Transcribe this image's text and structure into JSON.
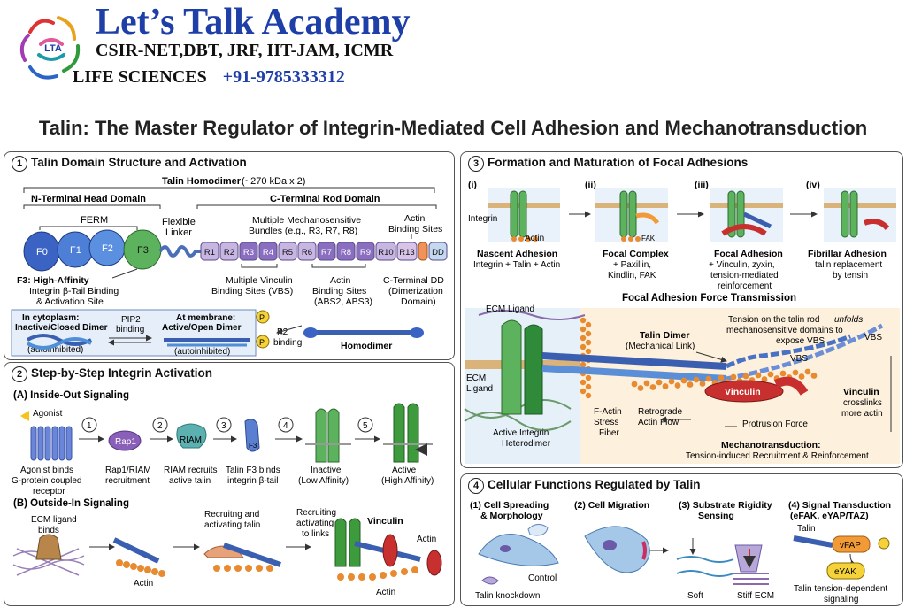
{
  "brand": {
    "title": "Let’s Talk Academy",
    "subtitle": "CSIR-NET,DBT, JRF, IIT-JAM, ICMR",
    "line3": "LIFE SCIENCES",
    "phone": "+91-9785333312",
    "logo_text": "LTA"
  },
  "main_title": "Talin: The Master Regulator of Integrin-Mediated Cell Adhesion and Mechanotransduction",
  "panel1": {
    "num": "1",
    "title": "Talin Domain Structure and Activation",
    "homodimer": "Talin Homodimer",
    "homodimer_size": "(~270 kDa x 2)",
    "head_label": "N-Terminal Head Domain",
    "rod_label": "C-Terminal Rod Domain",
    "ferm": "FERM",
    "flexible": "Flexible",
    "linker": "Linker",
    "head_domains": [
      "F0",
      "F1",
      "F2",
      "F3"
    ],
    "rod_domains": [
      "R1",
      "R2",
      "R3",
      "R4",
      "R5",
      "R6",
      "R7",
      "R8",
      "R9",
      "R10",
      "R13",
      "DD"
    ],
    "mech_1": "Multiple Mechanosensitive",
    "mech_2": "Bundles (e.g., R3, R7, R8)",
    "actin_bs_1": "Actin",
    "actin_bs_2": "Binding Sites",
    "f3_1": "F3: High-Affinity",
    "f3_2": "Integrin β-Tail Binding",
    "f3_3": "& Activation Site",
    "vbs_1": "Multiple Vinculin",
    "vbs_2": "Binding Sites (VBS)",
    "abs_1": "Actin",
    "abs_2": "Binding Sites",
    "abs_3": "(ABS2, ABS3)",
    "dd_1": "C-Terminal DD",
    "dd_2": "(Dimerization",
    "dd_3": "Domain)",
    "cyto_1": "In cytoplasm:",
    "cyto_2": "Inactive/Closed Dimer",
    "auto1": "(autoinhibited)",
    "pip2_1": "PIP2",
    "pip2_2": "binding",
    "mem_1": "At membrane:",
    "mem_2": "Active/Open Dimer",
    "auto2": "(autoinhibited)",
    "p": "P",
    "p2": "P2",
    "p2_binding": "binding",
    "homodimer_label": "Homodimer"
  },
  "panel2": {
    "num": "2",
    "title": "Step-by-Step Integrin Activation",
    "a_title": "(A) Inside-Out Signaling",
    "agonist": "Agonist",
    "steps": [
      "1",
      "2",
      "3",
      "4",
      "5"
    ],
    "rap1": "Rap1",
    "riam": "RIAM",
    "f3": "F3",
    "cap1_1": "Agonist binds",
    "cap1_2": "G-protein coupled",
    "cap1_3": "receptor",
    "cap2_1": "Rap1/RIAM",
    "cap2_2": "recruitment",
    "cap3_1": "RIAM recruits",
    "cap3_2": "active talin",
    "cap4_1": "Talin F3 binds",
    "cap4_2": "integrin β-tail",
    "cap5_1": "Inactive",
    "cap5_2": "(Low Affinity)",
    "cap6_1": "Active",
    "cap6_2": "(High Affinity)",
    "b_title": "(B) Outside-In Signaling",
    "ecm_1": "ECM ligand",
    "ecm_2": "binds",
    "actin1": "Actin",
    "rec_1": "Recruitng and",
    "rec_2": "activating talin",
    "rec3_1": "Recruiting",
    "rec3_2": "activating",
    "rec3_3": "to links",
    "vinculin": "Vinculin",
    "actin2": "Actin",
    "actin3": "Actin"
  },
  "panel3": {
    "num": "3",
    "title": "Formation and Maturation of Focal Adhesions",
    "stages": [
      {
        "roman": "(i)",
        "t": "Nascent Adhesion",
        "d1": "Integrin + Talin + Actin",
        "d2": ""
      },
      {
        "roman": "(ii)",
        "t": "Focal Complex",
        "d1": "+ Paxillin,",
        "d2": "Kindlin, FAK"
      },
      {
        "roman": "(iii)",
        "t": "Focal Adhesion",
        "d1": "+ Vinculin, zyxin,",
        "d2": "tension-mediated",
        "d3": "reinforcement"
      },
      {
        "roman": "(iv)",
        "t": "Fibrillar Adhesion",
        "d1": "talin replacement",
        "d2": "by tensin"
      }
    ],
    "integrin": "Integrin",
    "actin": "Actin",
    "fak": "FAK",
    "force_title": "Focal Adhesion Force Transmission",
    "ecm_ligand_top": "ECM Ligand",
    "ecm_ligand_1": "ECM",
    "ecm_ligand_2": "Ligand",
    "talin_dimer_1": "Talin Dimer",
    "talin_dimer_2": "(Mechanical Link)",
    "tension_1": "Tension on the talin rod",
    "tension_unfolds": "unfolds",
    "tension_2": "mechanosensitive domains to",
    "tension_3": "expose VBS",
    "vbs": "VBS",
    "vinculin": "Vinculin",
    "vin_cross_1": "Vinculin",
    "vin_cross_2": "crosslinks",
    "vin_cross_3": "more actin",
    "retro_1": "Retrograde",
    "retro_2": "Actin Flow",
    "protrusion": "Protrusion Force",
    "factin_1": "F-Actin",
    "factin_2": "Stress",
    "factin_3": "Fiber",
    "active_int_1": "Active Integrin",
    "active_int_2": "Heterodimer",
    "mech_1": "Mechanotransduction:",
    "mech_2": "Tension-induced Recruitment & Reinforcement"
  },
  "panel4": {
    "num": "4",
    "title": "Cellular Functions Regulated by Talin",
    "f1_1": "(1) Cell Spreading",
    "f1_2": "& Morphology",
    "f2": "(2) Cell Migration",
    "f3_1": "(3) Substrate Rigidity",
    "f3_2": "Sensing",
    "f4_1": "(4) Signal Transduction",
    "f4_2": "(eFAK, eYAP/TAZ)",
    "control": "Control",
    "knockdown": "Talin knockdown",
    "soft": "Soft",
    "stiff": "Stiff ECM",
    "talin": "Talin",
    "vfap": "vFAP",
    "eyak": "eYAK",
    "signal_1": "Talin tension-dependent",
    "signal_2": "signaling"
  }
}
